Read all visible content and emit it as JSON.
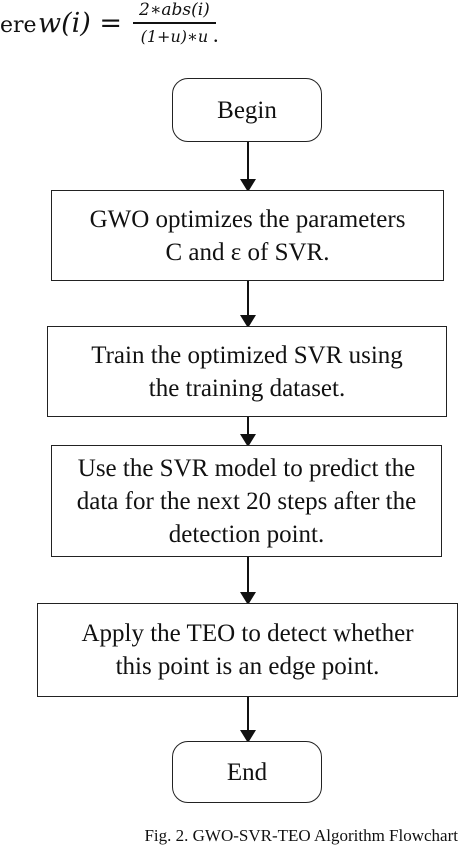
{
  "formula": {
    "lead": "ere",
    "lhs": "w(i) =",
    "numerator": "2∗abs(i)",
    "denominator": "(1+u)∗u",
    "end": "."
  },
  "flowchart": {
    "begin": "Begin",
    "step1_line1": "GWO optimizes the parameters",
    "step1_line2": "C and ε of SVR.",
    "step2_line1": "Train the optimized SVR using",
    "step2_line2": "the training dataset.",
    "step3_line1": "Use the SVR model to predict the",
    "step3_line2": "data for the next 20 steps after the",
    "step3_line3": "detection point.",
    "step4_line1": "Apply the TEO  to detect whether",
    "step4_line2": "this point is an edge point.",
    "end": "End"
  },
  "caption": "Fig. 2.   GWO-SVR-TEO Algorithm Flowchart"
}
